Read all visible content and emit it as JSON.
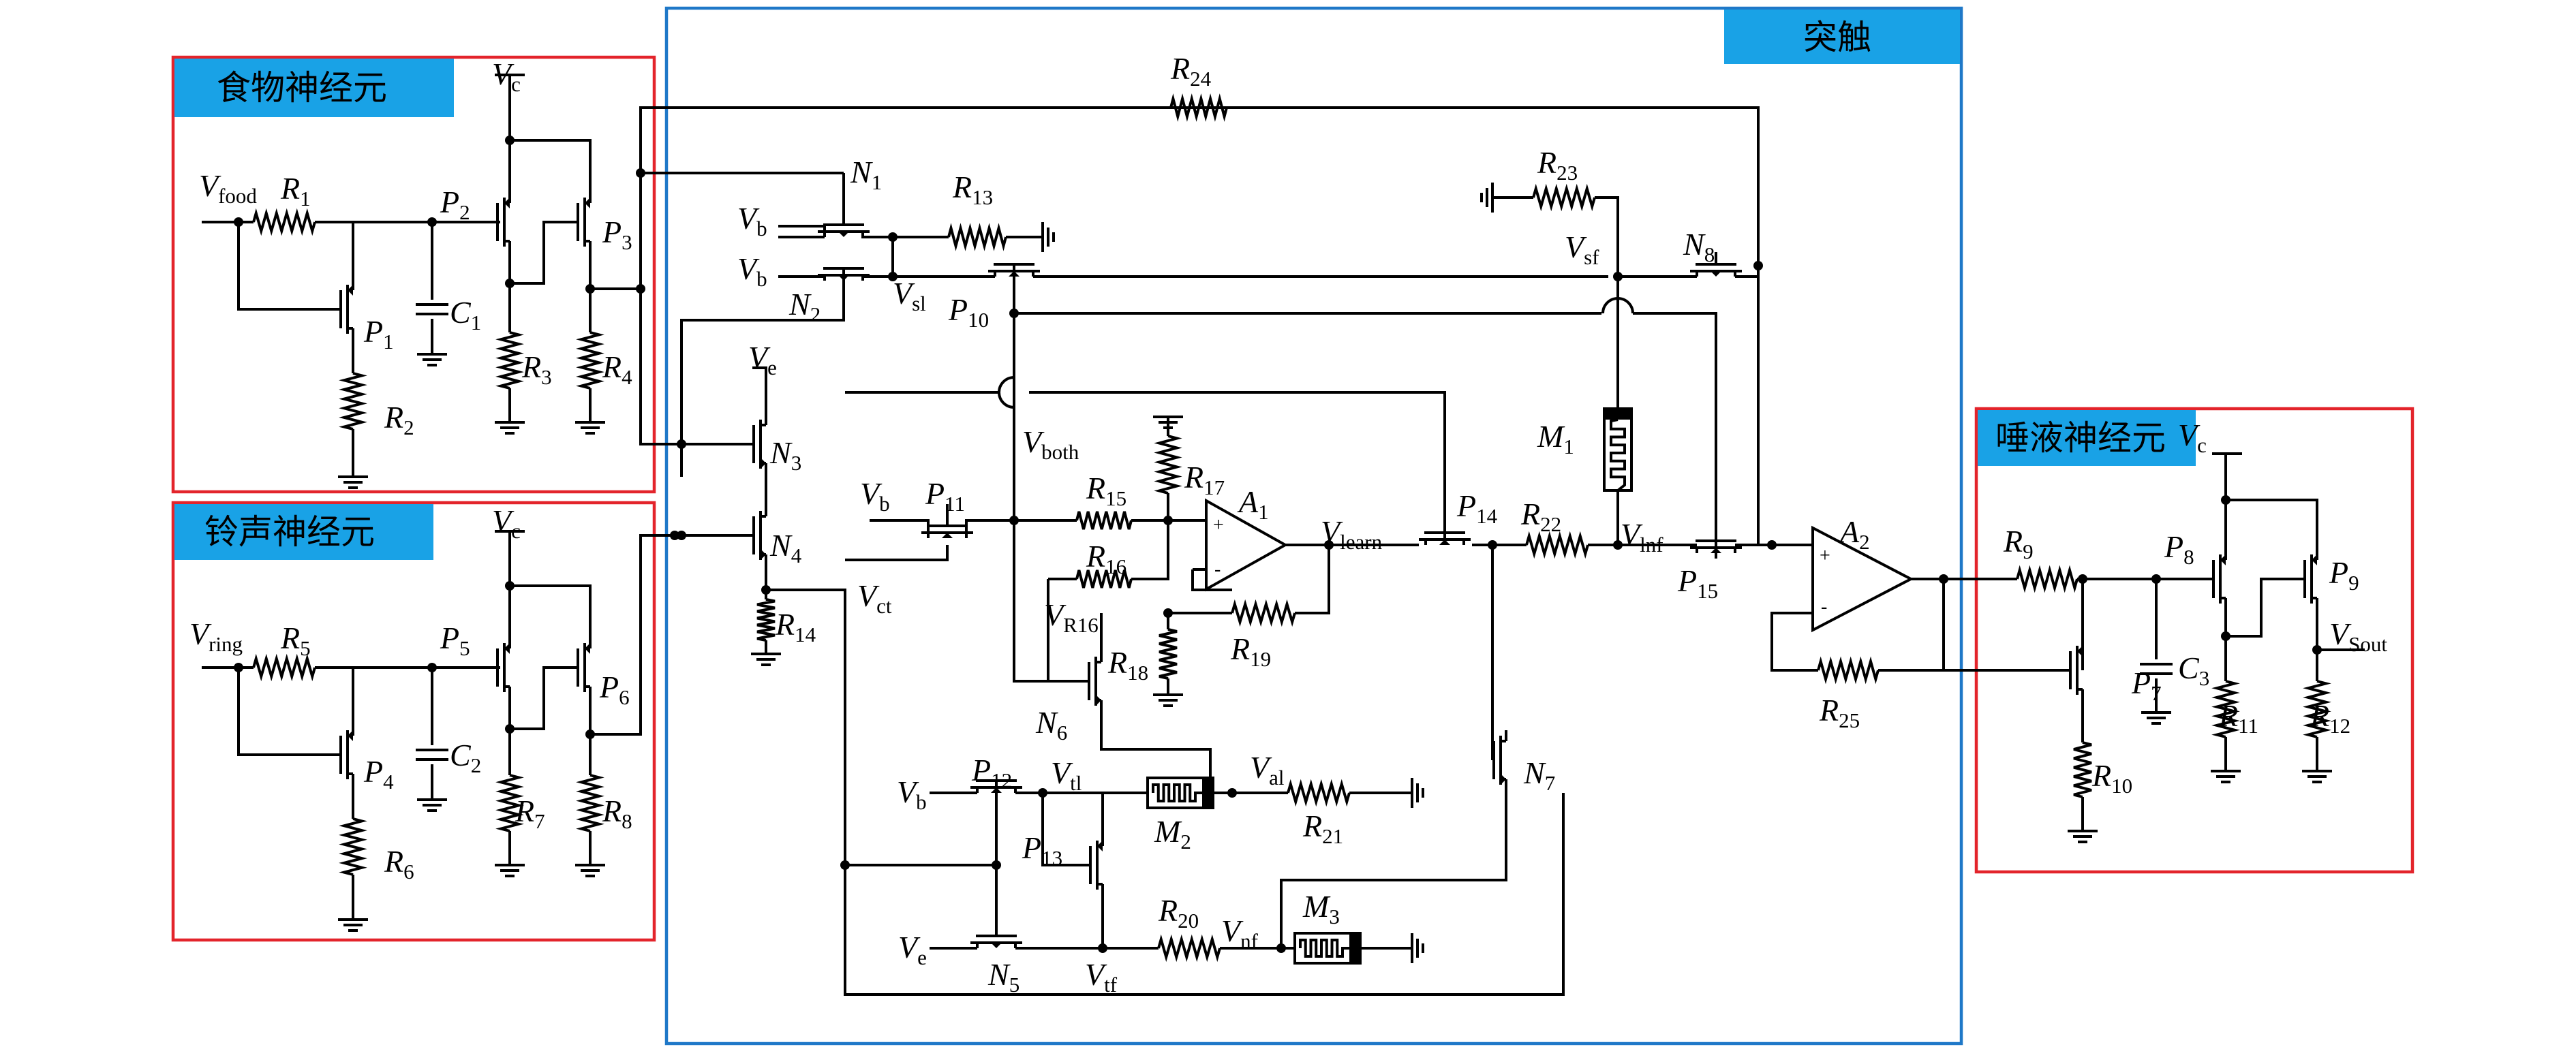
{
  "blocks": {
    "food_neuron": "食物神经元",
    "bell_neuron": "铃声神经元",
    "synapse": "突触",
    "saliva_neuron": "唾液神经元"
  },
  "labels": [
    {
      "id": "vfood",
      "main": "V",
      "sub": "food"
    },
    {
      "id": "r1",
      "main": "R",
      "sub": "1"
    },
    {
      "id": "vc1",
      "main": "V",
      "sub": "c"
    },
    {
      "id": "p2",
      "main": "P",
      "sub": "2"
    },
    {
      "id": "p3",
      "main": "P",
      "sub": "3"
    },
    {
      "id": "p1",
      "main": "P",
      "sub": "1"
    },
    {
      "id": "c1",
      "main": "C",
      "sub": "1"
    },
    {
      "id": "r3",
      "main": "R",
      "sub": "3"
    },
    {
      "id": "r4",
      "main": "R",
      "sub": "4"
    },
    {
      "id": "r2",
      "main": "R",
      "sub": "2"
    },
    {
      "id": "vc2",
      "main": "V",
      "sub": "c"
    },
    {
      "id": "vring",
      "main": "V",
      "sub": "ring"
    },
    {
      "id": "r5",
      "main": "R",
      "sub": "5"
    },
    {
      "id": "p5",
      "main": "P",
      "sub": "5"
    },
    {
      "id": "p6",
      "main": "P",
      "sub": "6"
    },
    {
      "id": "p4",
      "main": "P",
      "sub": "4"
    },
    {
      "id": "c2",
      "main": "C",
      "sub": "2"
    },
    {
      "id": "r7",
      "main": "R",
      "sub": "7"
    },
    {
      "id": "r8",
      "main": "R",
      "sub": "8"
    },
    {
      "id": "r6",
      "main": "R",
      "sub": "6"
    },
    {
      "id": "r24",
      "main": "R",
      "sub": "24"
    },
    {
      "id": "n1",
      "main": "N",
      "sub": "1"
    },
    {
      "id": "r13",
      "main": "R",
      "sub": "13"
    },
    {
      "id": "vb1",
      "main": "V",
      "sub": "b"
    },
    {
      "id": "vb2",
      "main": "V",
      "sub": "b"
    },
    {
      "id": "n2",
      "main": "N",
      "sub": "2"
    },
    {
      "id": "vsl",
      "main": "V",
      "sub": "sl"
    },
    {
      "id": "p10",
      "main": "P",
      "sub": "10"
    },
    {
      "id": "r23",
      "main": "R",
      "sub": "23"
    },
    {
      "id": "vsf",
      "main": "V",
      "sub": "sf"
    },
    {
      "id": "n8",
      "main": "N",
      "sub": "8"
    },
    {
      "id": "ve1",
      "main": "V",
      "sub": "e"
    },
    {
      "id": "n3",
      "main": "N",
      "sub": "3"
    },
    {
      "id": "n4",
      "main": "N",
      "sub": "4"
    },
    {
      "id": "r14",
      "main": "R",
      "sub": "14"
    },
    {
      "id": "vboth",
      "main": "V",
      "sub": "both"
    },
    {
      "id": "r17",
      "main": "R",
      "sub": "17"
    },
    {
      "id": "r15",
      "main": "R",
      "sub": "15"
    },
    {
      "id": "a1",
      "main": "A",
      "sub": "1"
    },
    {
      "id": "m1",
      "main": "M",
      "sub": "1"
    },
    {
      "id": "vb3",
      "main": "V",
      "sub": "b"
    },
    {
      "id": "p11",
      "main": "P",
      "sub": "11"
    },
    {
      "id": "r16",
      "main": "R",
      "sub": "16"
    },
    {
      "id": "vlearn",
      "main": "V",
      "sub": "learn"
    },
    {
      "id": "p14",
      "main": "P",
      "sub": "14"
    },
    {
      "id": "r22",
      "main": "R",
      "sub": "22"
    },
    {
      "id": "vlnf",
      "main": "V",
      "sub": "lnf"
    },
    {
      "id": "p15",
      "main": "P",
      "sub": "15"
    },
    {
      "id": "vct",
      "main": "V",
      "sub": "ct"
    },
    {
      "id": "vr16",
      "main": "V",
      "sub": "R16"
    },
    {
      "id": "r19",
      "main": "R",
      "sub": "19"
    },
    {
      "id": "r18",
      "main": "R",
      "sub": "18"
    },
    {
      "id": "n6",
      "main": "N",
      "sub": "6"
    },
    {
      "id": "a2",
      "main": "A",
      "sub": "2"
    },
    {
      "id": "r25",
      "main": "R",
      "sub": "25"
    },
    {
      "id": "vb4",
      "main": "V",
      "sub": "b"
    },
    {
      "id": "p12",
      "main": "P",
      "sub": "12"
    },
    {
      "id": "vtl",
      "main": "V",
      "sub": "tl"
    },
    {
      "id": "val",
      "main": "V",
      "sub": "al"
    },
    {
      "id": "m2",
      "main": "M",
      "sub": "2"
    },
    {
      "id": "r21",
      "main": "R",
      "sub": "21"
    },
    {
      "id": "n7",
      "main": "N",
      "sub": "7"
    },
    {
      "id": "p13",
      "main": "P",
      "sub": "13"
    },
    {
      "id": "ve2",
      "main": "V",
      "sub": "e"
    },
    {
      "id": "n5",
      "main": "N",
      "sub": "5"
    },
    {
      "id": "vtf",
      "main": "V",
      "sub": "tf"
    },
    {
      "id": "r20",
      "main": "R",
      "sub": "20"
    },
    {
      "id": "vnf",
      "main": "V",
      "sub": "nf"
    },
    {
      "id": "m3",
      "main": "M",
      "sub": "3"
    },
    {
      "id": "r9",
      "main": "R",
      "sub": "9"
    },
    {
      "id": "vc3",
      "main": "V",
      "sub": "c"
    },
    {
      "id": "p8",
      "main": "P",
      "sub": "8"
    },
    {
      "id": "p9",
      "main": "P",
      "sub": "9"
    },
    {
      "id": "vsout",
      "main": "V",
      "sub": "Sout"
    },
    {
      "id": "p7",
      "main": "P",
      "sub": "7"
    },
    {
      "id": "c3",
      "main": "C",
      "sub": "3"
    },
    {
      "id": "r11",
      "main": "R",
      "sub": "11"
    },
    {
      "id": "r12",
      "main": "R",
      "sub": "12"
    },
    {
      "id": "r10",
      "main": "R",
      "sub": "10"
    }
  ],
  "colors": {
    "neuron_frame": "#e3242b",
    "synapse_frame": "#1f78c8",
    "header_fill": "#19a2e6",
    "wire": "#000000"
  }
}
